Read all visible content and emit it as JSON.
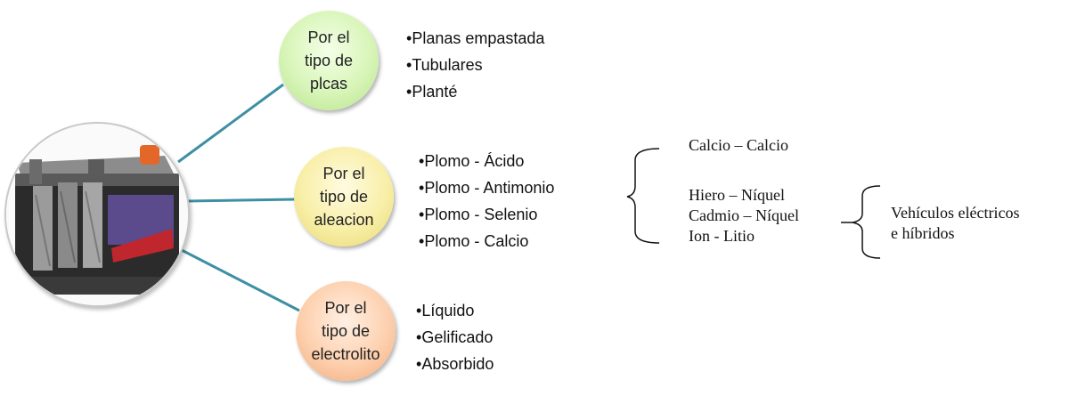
{
  "nodes": {
    "placas": {
      "lines": [
        "Por el",
        "tipo de",
        "plcas"
      ],
      "items": [
        "Planas empastada",
        "Tubulares",
        "Planté"
      ]
    },
    "aleacion": {
      "lines": [
        "Por el",
        "tipo de",
        "aleacion"
      ],
      "items": [
        "Plomo - Ácido",
        "Plomo - Antimonio",
        "Plomo - Selenio",
        "Plomo - Calcio"
      ]
    },
    "electrolito": {
      "lines": [
        "Por el",
        "tipo de",
        "electrolito"
      ],
      "items": [
        "Líquido",
        "Gelificado",
        "Absorbido"
      ]
    }
  },
  "alloys": {
    "calcio": "Calcio – Calcio",
    "group": [
      "Hiero – Níquel",
      "Cadmio – Níquel",
      "Ion - Litio"
    ],
    "vehicles": [
      "Vehículos eléctricos",
      "e híbridos"
    ]
  },
  "colors": {
    "connector": "#3e8fa3",
    "placas": "#c9ef9f",
    "aleacion": "#f6ea96",
    "electrolito": "#fcc49b"
  },
  "icons": {
    "battery": "car-battery-icon"
  }
}
